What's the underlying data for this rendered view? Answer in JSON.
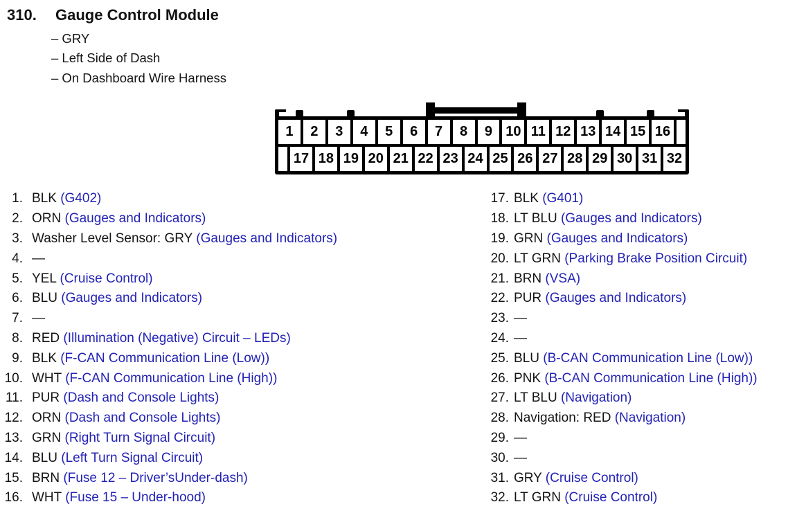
{
  "header": {
    "number": "310.",
    "title": "Gauge Control Module",
    "details": [
      "– GRY",
      "– Left Side of Dash",
      "– On Dashboard Wire Harness"
    ]
  },
  "connector": {
    "top_pins": [
      "1",
      "2",
      "3",
      "4",
      "5",
      "6",
      "7",
      "8",
      "9",
      "10",
      "11",
      "12",
      "13",
      "14",
      "15",
      "16"
    ],
    "bottom_pins": [
      "17",
      "18",
      "19",
      "20",
      "21",
      "22",
      "23",
      "24",
      "25",
      "26",
      "27",
      "28",
      "29",
      "30",
      "31",
      "32"
    ]
  },
  "pins": {
    "left": [
      {
        "num": "1.",
        "label": "BLK",
        "circuit": "(G402)"
      },
      {
        "num": "2.",
        "label": "ORN",
        "circuit": "(Gauges and Indicators)"
      },
      {
        "num": "3.",
        "label": "Washer Level Sensor: GRY",
        "circuit": "(Gauges and Indicators)"
      },
      {
        "num": "4.",
        "label": "—",
        "circuit": ""
      },
      {
        "num": "5.",
        "label": "YEL",
        "circuit": "(Cruise Control)"
      },
      {
        "num": "6.",
        "label": "BLU",
        "circuit": "(Gauges and Indicators)"
      },
      {
        "num": "7.",
        "label": "—",
        "circuit": ""
      },
      {
        "num": "8.",
        "label": "RED",
        "circuit": "(Illumination (Negative) Circuit – LEDs)"
      },
      {
        "num": "9.",
        "label": "BLK",
        "circuit": "(F-CAN Communication Line (Low))"
      },
      {
        "num": "10.",
        "label": "WHT",
        "circuit": "(F-CAN Communication Line (High))"
      },
      {
        "num": "11.",
        "label": "PUR",
        "circuit": "(Dash and Console Lights)"
      },
      {
        "num": "12.",
        "label": "ORN",
        "circuit": "(Dash and Console Lights)"
      },
      {
        "num": "13.",
        "label": "GRN",
        "circuit": "(Right Turn Signal Circuit)"
      },
      {
        "num": "14.",
        "label": "BLU",
        "circuit": "(Left Turn Signal Circuit)"
      },
      {
        "num": "15.",
        "label": "BRN",
        "circuit": "(Fuse 12 – Driver’sUnder-dash)"
      },
      {
        "num": "16.",
        "label": "WHT",
        "circuit": "(Fuse 15 – Under-hood)"
      }
    ],
    "right": [
      {
        "num": "17.",
        "label": "BLK",
        "circuit": "(G401)"
      },
      {
        "num": "18.",
        "label": "LT BLU",
        "circuit": "(Gauges and Indicators)"
      },
      {
        "num": "19.",
        "label": "GRN",
        "circuit": "(Gauges and Indicators)"
      },
      {
        "num": "20.",
        "label": "LT GRN",
        "circuit": "(Parking Brake Position Circuit)"
      },
      {
        "num": "21.",
        "label": "BRN",
        "circuit": "(VSA)"
      },
      {
        "num": "22.",
        "label": "PUR",
        "circuit": "(Gauges and Indicators)"
      },
      {
        "num": "23.",
        "label": "—",
        "circuit": ""
      },
      {
        "num": "24.",
        "label": "—",
        "circuit": ""
      },
      {
        "num": "25.",
        "label": "BLU",
        "circuit": "(B-CAN Communication Line (Low))"
      },
      {
        "num": "26.",
        "label": "PNK",
        "circuit": "(B-CAN Communication Line (High))"
      },
      {
        "num": "27.",
        "label": "LT BLU",
        "circuit": "(Navigation)"
      },
      {
        "num": "28.",
        "label": "Navigation: RED",
        "circuit": "(Navigation)"
      },
      {
        "num": "29.",
        "label": "—",
        "circuit": ""
      },
      {
        "num": "30.",
        "label": "—",
        "circuit": ""
      },
      {
        "num": "31.",
        "label": "GRY",
        "circuit": "(Cruise Control)"
      },
      {
        "num": "32.",
        "label": "LT GRN",
        "circuit": "(Cruise Control)"
      }
    ]
  },
  "colors": {
    "circuit_blue": "#2322b6",
    "text_black": "#141414"
  }
}
